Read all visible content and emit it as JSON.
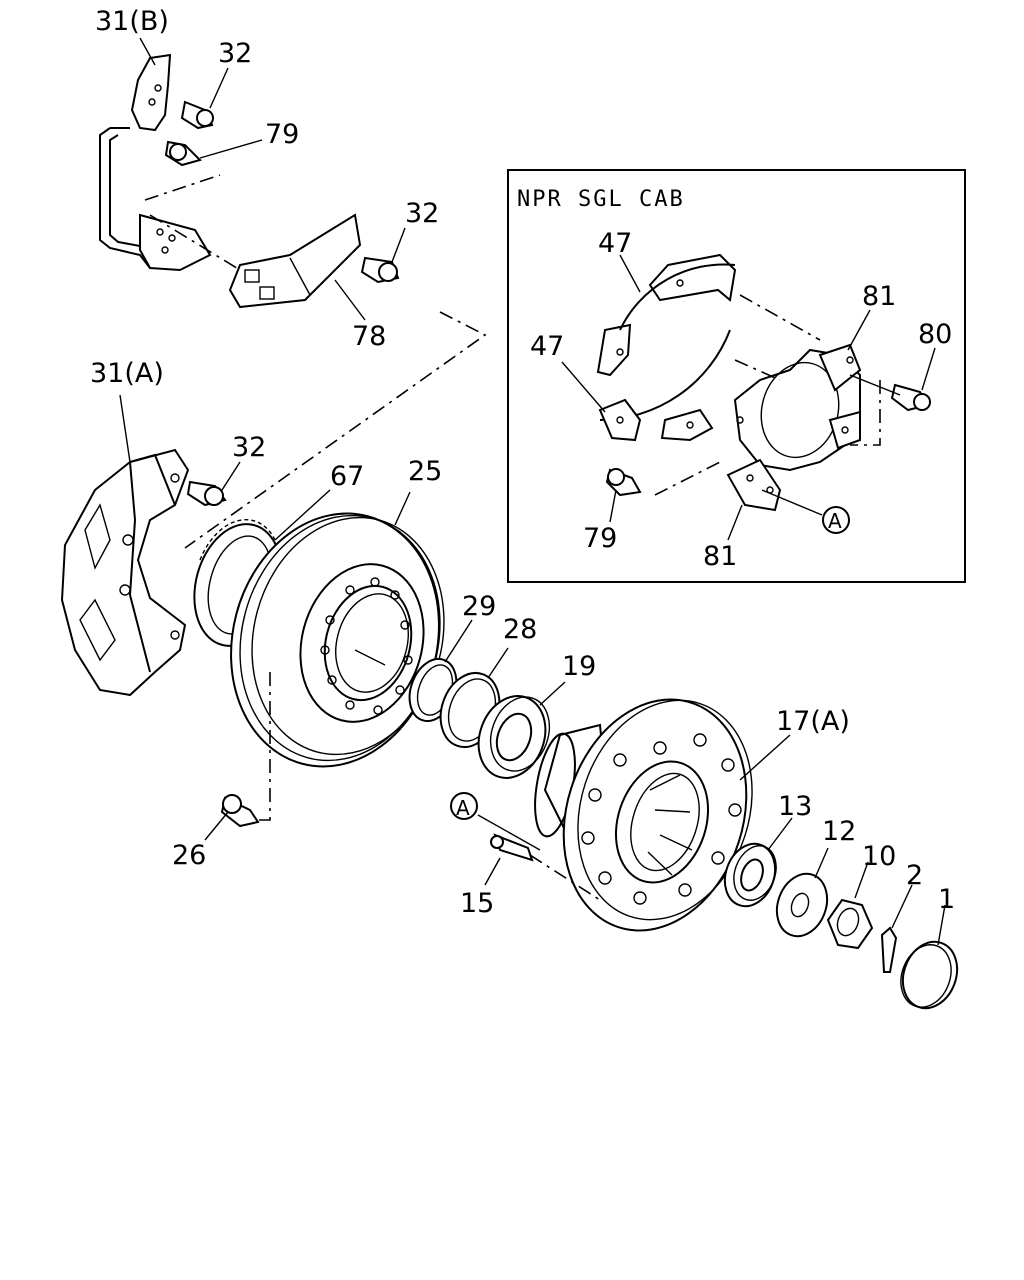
{
  "inset": {
    "title": "NPR SGL CAB"
  },
  "labels": {
    "p31b": "31(B)",
    "p32a": "32",
    "p79a": "79",
    "p32b": "32",
    "p78": "78",
    "p31a": "31(A)",
    "p32c": "32",
    "p67": "67",
    "p25": "25",
    "p29": "29",
    "p28": "28",
    "p19": "19",
    "p17a": "17(A)",
    "p13": "13",
    "p12": "12",
    "p10": "10",
    "p2": "2",
    "p1": "1",
    "p26": "26",
    "p15": "15",
    "refA1": "A",
    "p47a": "47",
    "p47b": "47",
    "p81a": "81",
    "p80": "80",
    "p79b": "79",
    "p81b": "81",
    "refA2": "A"
  }
}
